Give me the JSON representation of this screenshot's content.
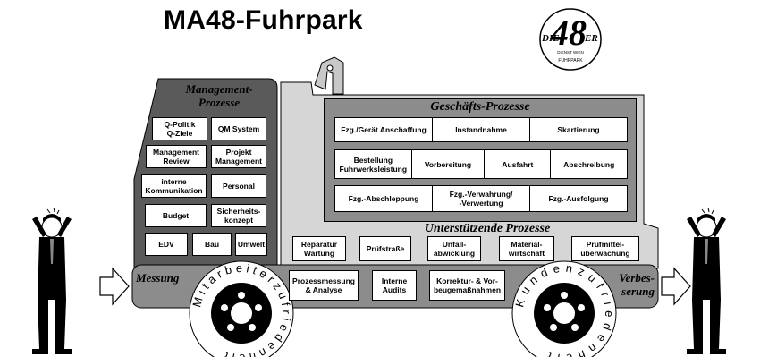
{
  "title": "MA48-Fuhrpark",
  "logo": {
    "number": "48",
    "left_word": "DIE",
    "right_word": "ER",
    "line1": "DIENST WIEN",
    "line2": "FUHRPARK"
  },
  "management": {
    "heading_line1": "Management-",
    "heading_line2": "Prozesse",
    "boxes": [
      {
        "line1": "Q-Politik",
        "line2": "Q-Ziele"
      },
      {
        "line1": "QM System",
        "line2": ""
      },
      {
        "line1": "Management",
        "line2": "Review"
      },
      {
        "line1": "Projekt",
        "line2": "Management"
      },
      {
        "line1": "interne",
        "line2": "Kommunikation"
      },
      {
        "line1": "Personal",
        "line2": ""
      },
      {
        "line1": "Budget",
        "line2": ""
      },
      {
        "line1": "Sicherheits-",
        "line2": "konzept"
      },
      {
        "line1": "EDV",
        "line2": ""
      },
      {
        "line1": "Bau",
        "line2": ""
      },
      {
        "line1": "Umwelt",
        "line2": ""
      }
    ]
  },
  "business": {
    "heading": "Geschäfts-Prozesse",
    "row1": [
      "Fzg./Gerät Anschaffung",
      "Instandnahme",
      "Skartierung"
    ],
    "row2": [
      {
        "line1": "Bestellung",
        "line2": "Fuhrwerksleistung"
      },
      {
        "line1": "Vorbereitung",
        "line2": ""
      },
      {
        "line1": "Ausfahrt",
        "line2": ""
      },
      {
        "line1": "Abschreibung",
        "line2": ""
      }
    ],
    "row3": [
      {
        "line1": "Fzg.-Abschleppung",
        "line2": ""
      },
      {
        "line1": "Fzg.-Verwahrung/",
        "line2": "-Verwertung"
      },
      {
        "line1": "Fzg.-Ausfolgung",
        "line2": ""
      }
    ]
  },
  "support": {
    "heading": "Unterstützende Prozesse",
    "boxes": [
      {
        "line1": "Reparatur",
        "line2": "Wartung"
      },
      {
        "line1": "Prüfstraße",
        "line2": ""
      },
      {
        "line1": "Unfall-",
        "line2": "abwicklung"
      },
      {
        "line1": "Material-",
        "line2": "wirtschaft"
      },
      {
        "line1": "Prüfmittel-",
        "line2": "überwachung"
      }
    ]
  },
  "measurement": {
    "left_label": "Messung",
    "right_label_line1": "Verbes-",
    "right_label_line2": "serung",
    "boxes": [
      {
        "line1": "Prozessmessung",
        "line2": "& Analyse"
      },
      {
        "line1": "Interne",
        "line2": "Audits"
      },
      {
        "line1": "Korrektur- & Vor-",
        "line2": "beugemaßnahmen"
      }
    ]
  },
  "wheels": {
    "left_text": "Mitarbeiterzufriedenheit",
    "right_text": "Kundenzufriedenheit"
  },
  "colors": {
    "dark": "#5a5a5a",
    "mid": "#8c8c8c",
    "light": "#b8b8b8",
    "pale": "#d6d6d6",
    "outline": "#000000"
  },
  "icons": [
    "person-left-icon",
    "person-right-icon",
    "arrow-left-icon",
    "arrow-right-icon",
    "logo-icon"
  ]
}
